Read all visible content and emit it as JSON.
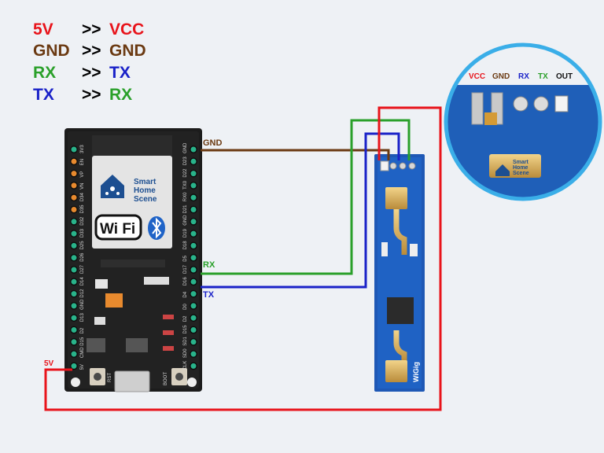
{
  "legend": {
    "separator": ">>",
    "rows": [
      {
        "from": "5V",
        "to": "VCC",
        "from_color": "#e8141b",
        "to_color": "#e8141b"
      },
      {
        "from": "GND",
        "to": "GND",
        "from_color": "#6b3a12",
        "to_color": "#6b3a12"
      },
      {
        "from": "RX",
        "to": "TX",
        "from_color": "#2aa02a",
        "to_color": "#1a22c8"
      },
      {
        "from": "TX",
        "to": "RX",
        "from_color": "#1a22c8",
        "to_color": "#2aa02a"
      }
    ]
  },
  "wires": {
    "gnd": {
      "label": "GND",
      "color": "#6b3a12"
    },
    "rx": {
      "label": "RX",
      "color": "#2aa02a"
    },
    "tx": {
      "label": "TX",
      "color": "#1a22c8"
    },
    "vcc": {
      "label": "5V",
      "color": "#e8141b"
    }
  },
  "esp32": {
    "logo_line1": "Smart",
    "logo_line2": "Home",
    "logo_line3": "Scene",
    "wifi_text": "Wi Fi",
    "button_rst": "RST",
    "button_boot": "BOOT",
    "left_pins": [
      "3V3",
      "EN",
      "VP",
      "VN",
      "D34",
      "D35",
      "D32",
      "D33",
      "D25",
      "D26",
      "D27",
      "D14",
      "D12",
      "GND",
      "D13",
      "D2",
      "D15",
      "CMD",
      "5V"
    ],
    "right_pins": [
      "GND",
      "D23",
      "D22",
      "TX0",
      "RX0",
      "D21",
      "GND",
      "D19",
      "D18",
      "D5",
      "D17",
      "D16",
      "D4",
      "D0",
      "D2",
      "D15",
      "SD1",
      "SD0",
      "CLK"
    ]
  },
  "sensor": {
    "brand": "WiGig"
  },
  "inset": {
    "pins": [
      {
        "name": "VCC",
        "color": "#e8141b"
      },
      {
        "name": "GND",
        "color": "#6b3a12"
      },
      {
        "name": "RX",
        "color": "#1a22c8"
      },
      {
        "name": "TX",
        "color": "#2aa02a"
      },
      {
        "name": "OUT",
        "color": "#111111"
      }
    ],
    "chip_line1": "Smart",
    "chip_line2": "Home",
    "chip_line3": "Scene"
  }
}
